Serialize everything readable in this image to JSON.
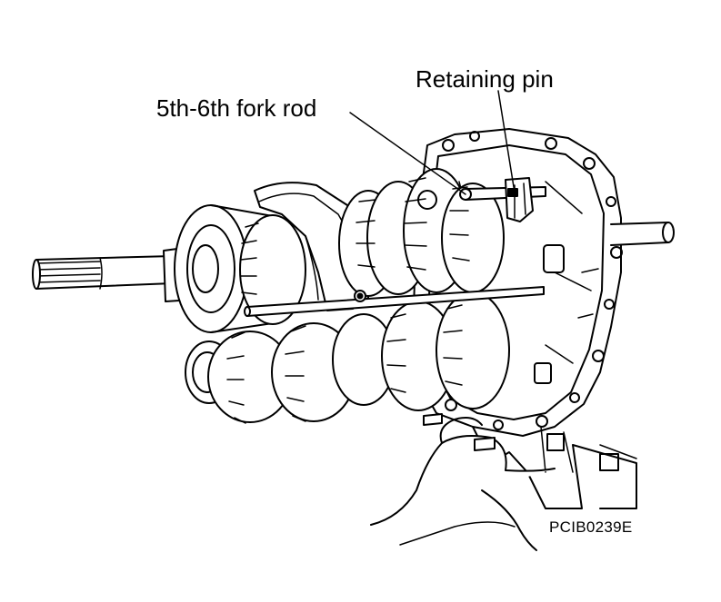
{
  "labels": {
    "retaining_pin": "Retaining pin",
    "fork_rod": "5th-6th fork rod"
  },
  "figure_code": "PCIB0239E",
  "colors": {
    "ink": "#000000",
    "paper": "#ffffff",
    "shade": "#d6d6d6"
  }
}
